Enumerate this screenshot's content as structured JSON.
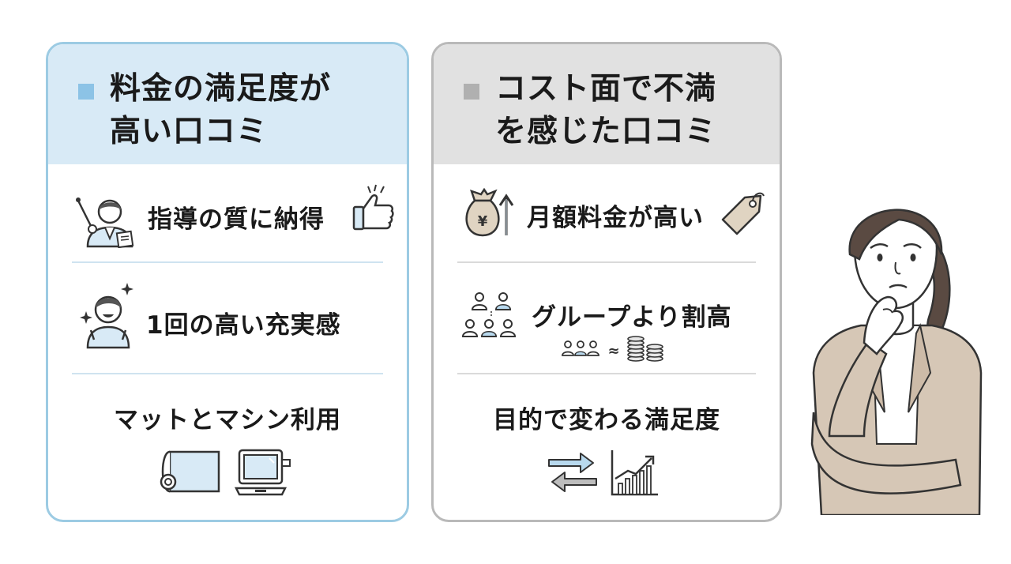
{
  "left_card": {
    "title_line1": "料金の満足度が",
    "title_line2": "高い口コミ",
    "items": [
      {
        "label": "指導の質に納得"
      },
      {
        "label": "1回の高い充実感"
      },
      {
        "label": "マットとマシン利用"
      }
    ]
  },
  "right_card": {
    "title_line1": "コスト面で不満",
    "title_line2": "を感じた口コミ",
    "items": [
      {
        "label": "月額料金が高い",
        "icon_text": "¥"
      },
      {
        "label": "グループより割高",
        "icon_text": "≈"
      },
      {
        "label": "目的で変わる満足度"
      }
    ]
  },
  "colors": {
    "blue_accent": "#8cc3e6",
    "gray_accent": "#b0b0b0",
    "left_border": "#9ccbe3",
    "right_border": "#b9b9b9"
  }
}
